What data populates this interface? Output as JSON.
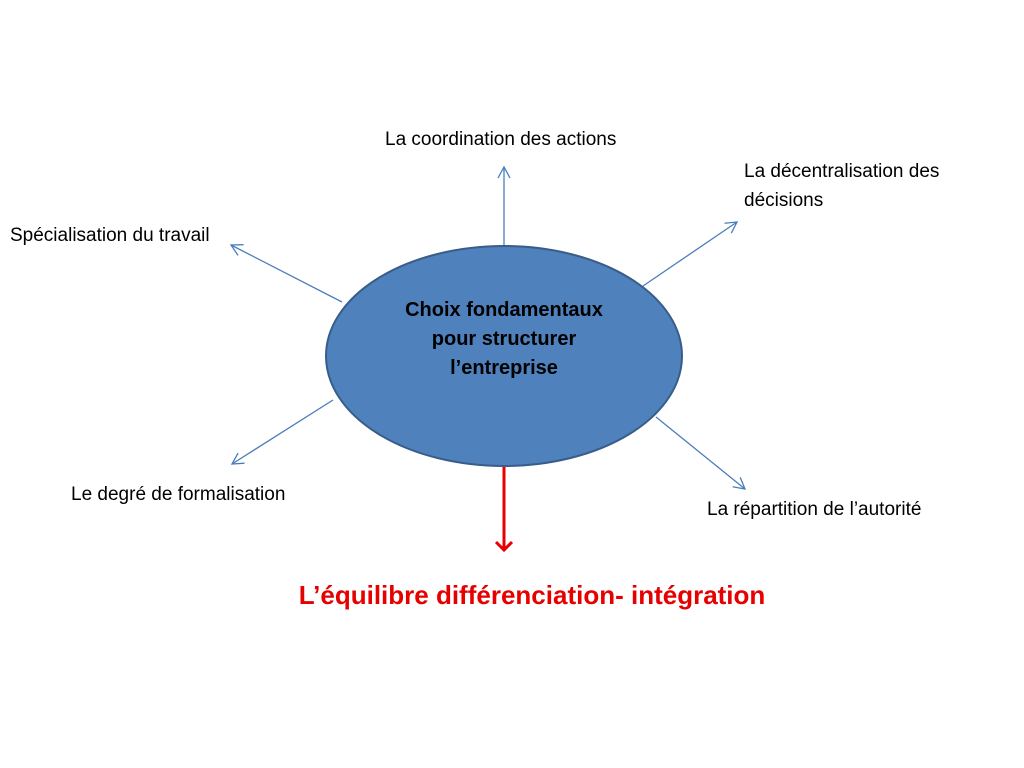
{
  "diagram": {
    "center": {
      "text": "Choix fondamentaux pour structurer l’entreprise"
    },
    "branches": {
      "top": "La coordination des actions",
      "top_right": "La décentralisation des décisions",
      "top_left": "Spécialisation du travail",
      "bottom_left": "Le degré de formalisation",
      "bottom_right": "La répartition de l’autorité"
    },
    "outcome": "L’équilibre différenciation- intégration"
  },
  "colors": {
    "ellipse_fill": "#4f81bd",
    "ellipse_stroke": "#385d8a",
    "arrow_blue": "#4a7ebb",
    "arrow_red": "#e60000",
    "outcome_text": "#e60000"
  }
}
